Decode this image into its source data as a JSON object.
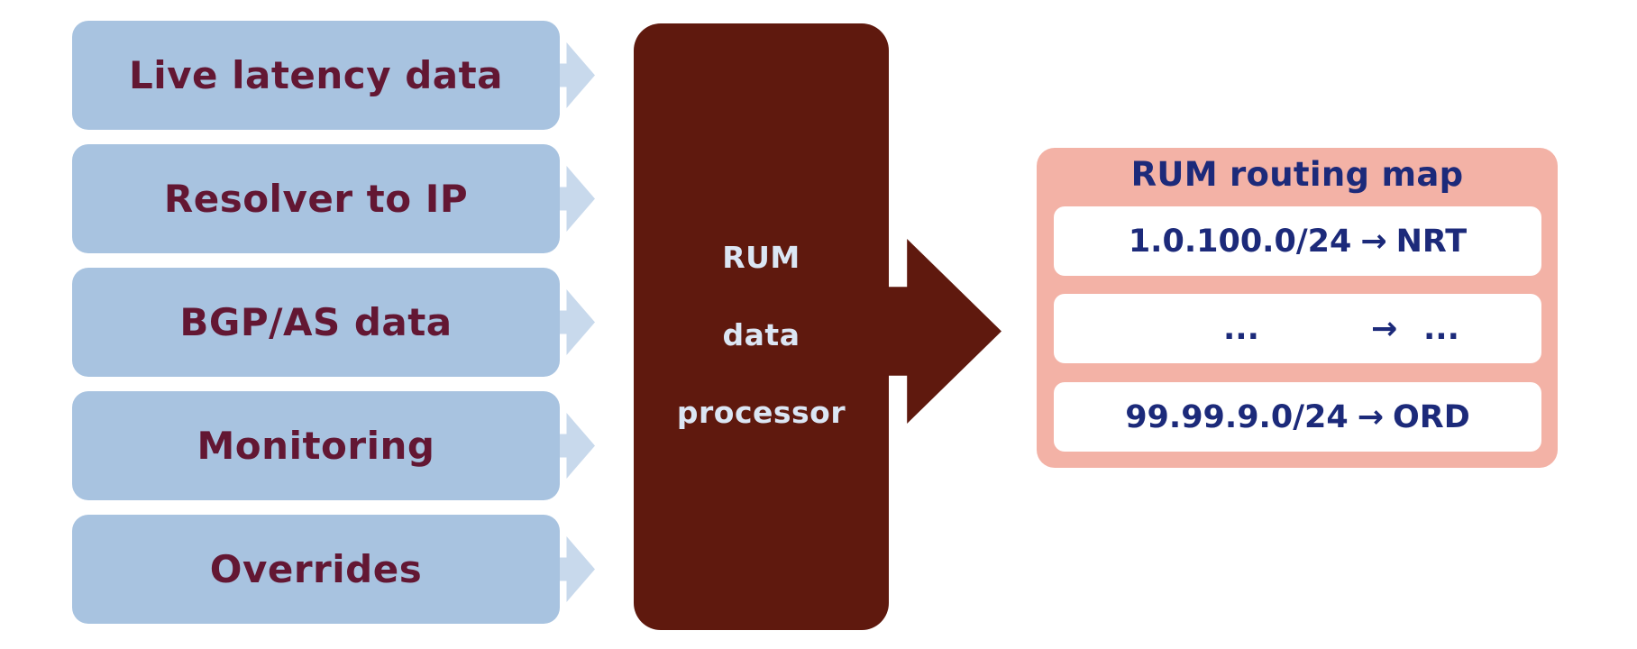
{
  "inputs": [
    {
      "label": "Live latency data"
    },
    {
      "label": "Resolver to IP"
    },
    {
      "label": "BGP/AS data"
    },
    {
      "label": "Monitoring"
    },
    {
      "label": "Overrides"
    }
  ],
  "processor": {
    "lines": [
      "RUM",
      "data",
      "processor"
    ]
  },
  "routing_map": {
    "title": "RUM routing map",
    "arrow": "→",
    "rows": [
      {
        "prefix": "1.0.100.0/24",
        "target": "NRT"
      },
      {
        "prefix": "...",
        "target": "..."
      },
      {
        "prefix": "99.99.9.0/24",
        "target": "ORD"
      }
    ]
  },
  "colors": {
    "input_fill": "#a8c3e0",
    "input_arrow": "#c8d9ec",
    "input_text": "#631733",
    "processor_fill": "#5f190e",
    "processor_text": "#dbe6f4",
    "map_fill": "#f3b2a6",
    "map_text": "#1c2a7a"
  }
}
